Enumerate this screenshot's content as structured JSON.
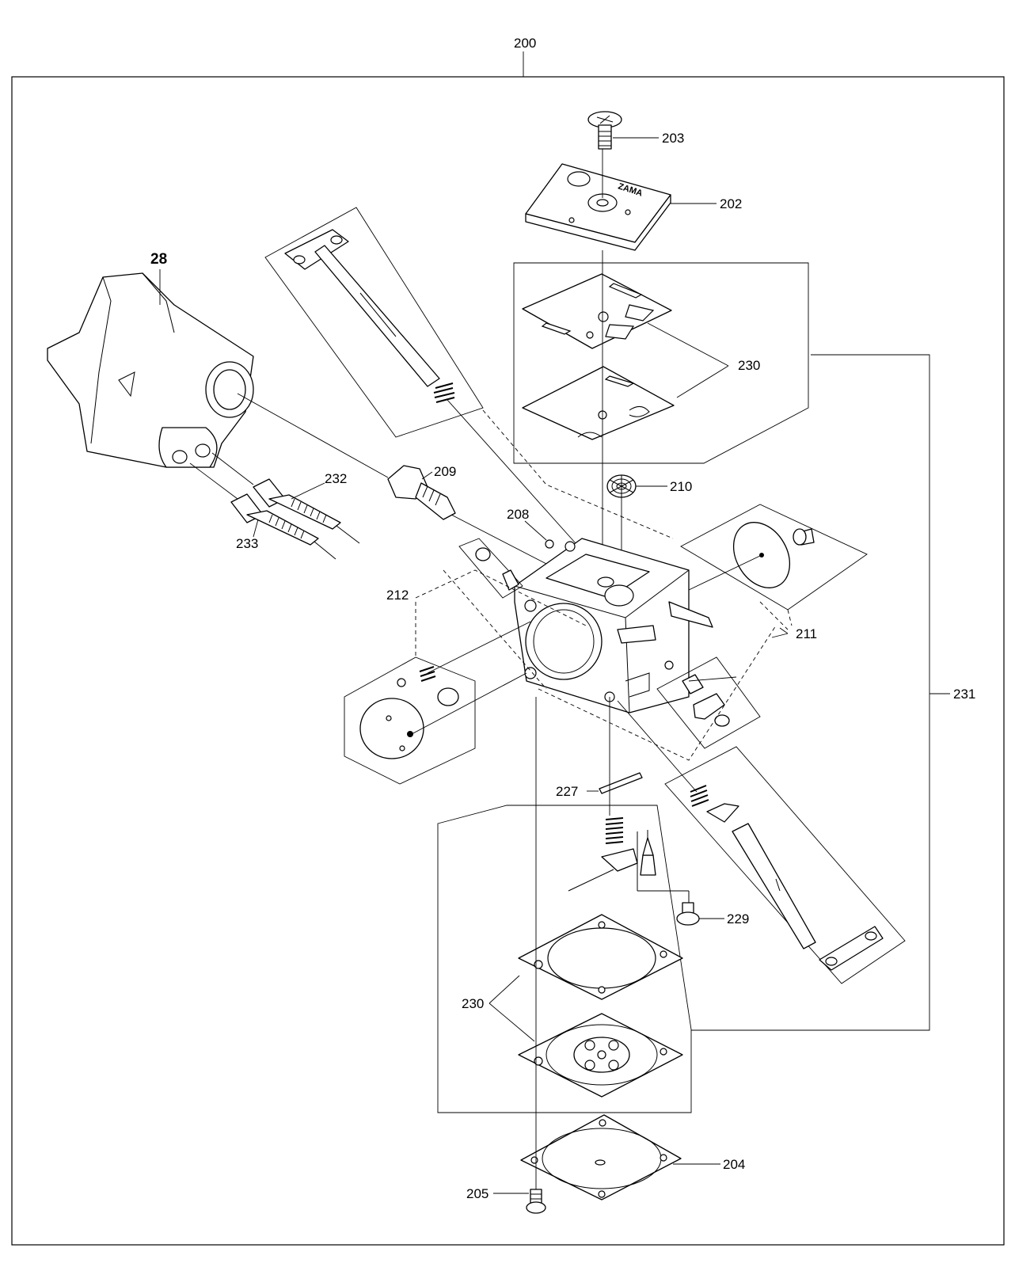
{
  "labels": {
    "assembly": "200",
    "housing": "28",
    "cover_plate": "202",
    "cover_screw": "203",
    "diaphragm_bottom": "204",
    "bottom_screw": "205",
    "ball": "208",
    "fitting": "209",
    "screen": "210",
    "throttle_shaft_group": "211",
    "choke_shaft_group": "212",
    "pin": "227",
    "screw_229": "229",
    "gasket_set_top": "230",
    "gasket_set_bottom": "230",
    "kit": "231",
    "needle_232": "232",
    "needle_233": "233"
  },
  "logo_text": "ZAMA"
}
